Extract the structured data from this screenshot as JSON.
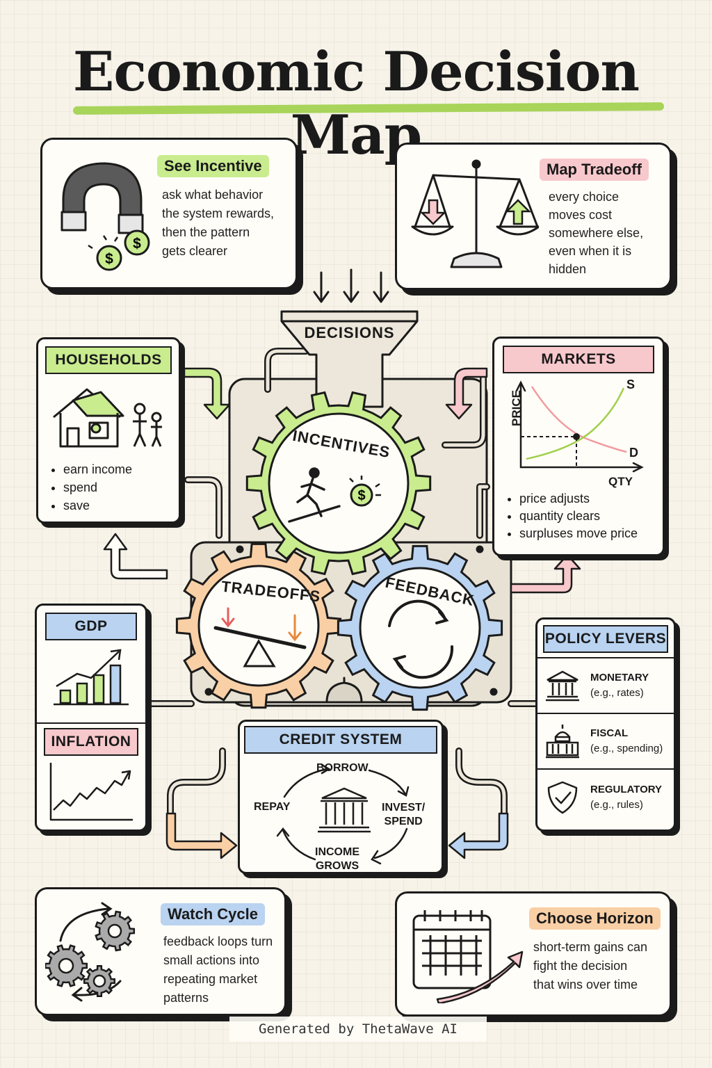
{
  "title": "Economic Decision Map",
  "top_cards": [
    {
      "label": "See Incentive",
      "lines": [
        "ask what behavior",
        "the system rewards,",
        "then the pattern",
        "gets clearer"
      ],
      "icon": "magnet-icon",
      "color": "#c9ec8f"
    },
    {
      "label": "Map Tradeoff",
      "lines": [
        "every choice",
        "moves cost",
        "somewhere else,",
        "even when it is",
        "hidden"
      ],
      "icon": "balance-scale-icon",
      "color": "#f7c8cc"
    }
  ],
  "funnel_label": "DECISIONS",
  "households": {
    "title": "HOUSEHOLDS",
    "items": [
      "earn income",
      "spend",
      "save"
    ],
    "color": "#c9ec8f"
  },
  "markets": {
    "title": "MARKETS",
    "axis_y": "PRICE",
    "axis_x": "QTY",
    "supply_label": "S",
    "demand_label": "D",
    "items": [
      "price adjusts",
      "quantity clears",
      "surpluses move price"
    ],
    "color": "#f7c8cc"
  },
  "gears": [
    {
      "label": "INCENTIVES",
      "color": "#c9ec8f"
    },
    {
      "label": "TRADEOFFS",
      "color": "#f9cfa6"
    },
    {
      "label": "FEEDBACK",
      "color": "#b9d3f0"
    }
  ],
  "gdp": {
    "title": "GDP",
    "color": "#b9d3f0"
  },
  "inflation": {
    "title": "INFLATION",
    "color": "#f7c8cc"
  },
  "policy": {
    "title": "POLICY LEVERS",
    "color": "#b9d3f0",
    "rows": [
      {
        "name": "MONETARY",
        "note": "(e.g., rates)",
        "icon": "central-bank-icon"
      },
      {
        "name": "FISCAL",
        "note": "(e.g., spending)",
        "icon": "capitol-building-icon"
      },
      {
        "name": "REGULATORY",
        "note": "(e.g., rules)",
        "icon": "shield-check-icon"
      }
    ]
  },
  "credit": {
    "title": "CREDIT  SYSTEM",
    "color": "#b9d3f0",
    "steps": {
      "top": "BORROW",
      "right_1": "INVEST/",
      "right_2": "SPEND",
      "bottom_1": "INCOME",
      "bottom_2": "GROWS",
      "left": "REPAY"
    }
  },
  "bottom_cards": [
    {
      "label": "Watch Cycle",
      "lines": [
        "feedback loops turn",
        "small actions into",
        "repeating market",
        "patterns"
      ],
      "icon": "cycle-gears-icon",
      "color": "#b9d3f0"
    },
    {
      "label": "Choose Horizon",
      "lines": [
        "short-term gains can",
        "fight the decision",
        "that wins over time"
      ],
      "icon": "calendar-trend-icon",
      "color": "#f9cfa6"
    }
  ],
  "footer": "Generated by ThetaWave AI"
}
